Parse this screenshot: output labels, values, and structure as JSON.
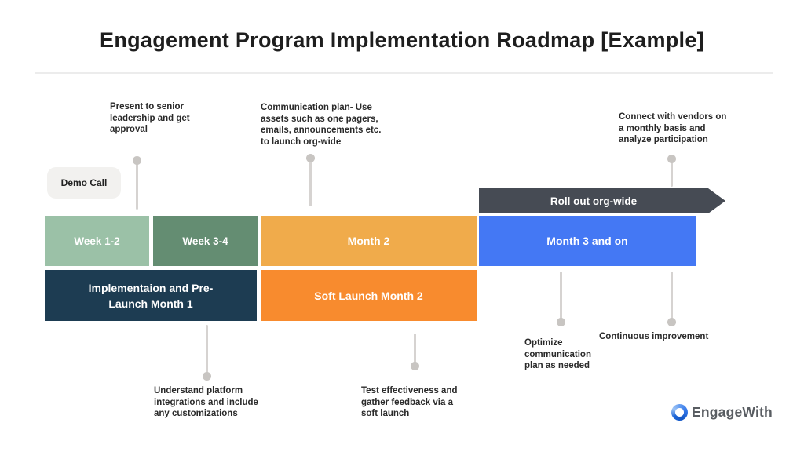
{
  "title": "Engagement Program Implementation Roadmap [Example]",
  "bars": {
    "week12": {
      "label": "Week 1-2",
      "color": "#9bc1a7"
    },
    "week34": {
      "label": "Week 3-4",
      "color": "#648d72"
    },
    "month2": {
      "label": "Month 2",
      "color": "#f0ab4b"
    },
    "month3": {
      "label": "Month 3 and on",
      "color": "#4478f4"
    },
    "prelaunch": {
      "label": "Implementaion and Pre-Launch Month 1",
      "color": "#1d3c52"
    },
    "softlaunch": {
      "label": "Soft Launch Month 2",
      "color": "#f88b2e"
    },
    "rollout": {
      "label": "Roll out org-wide",
      "color": "#464b54"
    }
  },
  "callouts": {
    "demo_call": "Demo Call",
    "present": "Present to senior leadership and get approval",
    "communication": "Communication plan- Use assets such as one pagers, emails, announcements etc. to launch org-wide",
    "vendors": "Connect with vendors on a monthly basis and analyze participation",
    "understand": "Understand platform integrations and include any customizations",
    "test": "Test effectiveness and gather feedback via a soft launch",
    "optimize": "Optimize communication plan as needed",
    "continuous": "Continuous improvement"
  },
  "logo": {
    "text": "EngageWith",
    "icon": "swirl-ring-icon"
  }
}
